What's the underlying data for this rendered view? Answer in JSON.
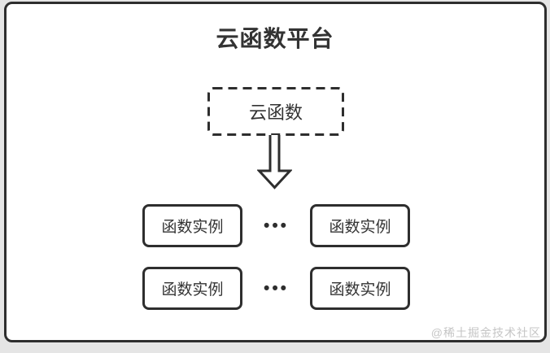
{
  "diagram": {
    "title": "云函数平台",
    "cloud_function": {
      "label": "云函数"
    },
    "ellipsis": "•••",
    "instances": [
      "函数实例",
      "函数实例",
      "函数实例",
      "函数实例"
    ]
  },
  "watermark": {
    "text": "@稀土掘金技术社区"
  },
  "colors": {
    "background": "#e5e5e5",
    "panel_background": "#ffffff",
    "border": "#2e2e2e",
    "text": "#333333",
    "watermark": "#c5c5c5"
  }
}
